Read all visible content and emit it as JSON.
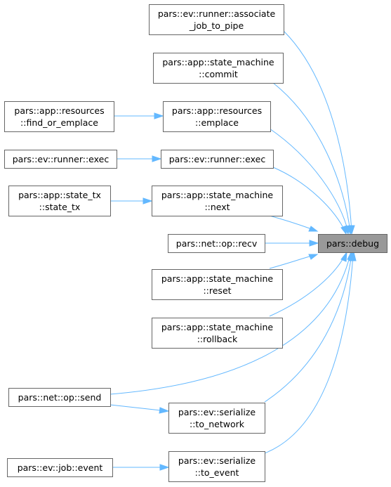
{
  "nodes": {
    "target": {
      "lines": [
        "pars::debug"
      ]
    },
    "associate": {
      "lines": [
        "pars::ev::runner::associate",
        "_job_to_pipe"
      ]
    },
    "commit": {
      "lines": [
        "pars::app::state_machine",
        "::commit"
      ]
    },
    "find_or_emplace": {
      "lines": [
        "pars::app::resources",
        "::find_or_emplace"
      ]
    },
    "emplace": {
      "lines": [
        "pars::app::resources",
        "::emplace"
      ]
    },
    "exec_caller": {
      "lines": [
        "pars::ev::runner::exec"
      ]
    },
    "exec": {
      "lines": [
        "pars::ev::runner::exec"
      ]
    },
    "state_tx": {
      "lines": [
        "pars::app::state_tx",
        "::state_tx"
      ]
    },
    "next": {
      "lines": [
        "pars::app::state_machine",
        "::next"
      ]
    },
    "recv": {
      "lines": [
        "pars::net::op::recv"
      ]
    },
    "reset": {
      "lines": [
        "pars::app::state_machine",
        "::reset"
      ]
    },
    "rollback": {
      "lines": [
        "pars::app::state_machine",
        "::rollback"
      ]
    },
    "send": {
      "lines": [
        "pars::net::op::send"
      ]
    },
    "to_network": {
      "lines": [
        "pars::ev::serialize",
        "::to_network"
      ]
    },
    "event": {
      "lines": [
        "pars::ev::job::event"
      ]
    },
    "to_event": {
      "lines": [
        "pars::ev::serialize",
        "::to_event"
      ]
    }
  },
  "colors": {
    "edge": "#63b8ff",
    "border": "#666666",
    "target_fill": "#999999"
  }
}
